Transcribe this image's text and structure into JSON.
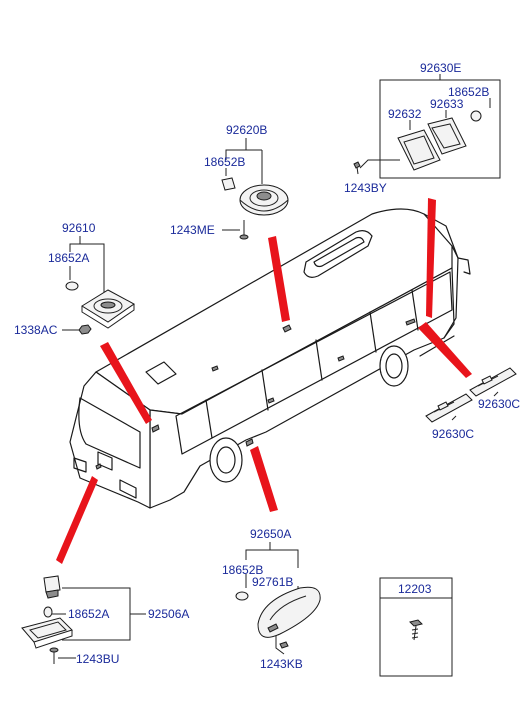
{
  "labels": {
    "p92630E": "92630E",
    "p18652B_tr": "18652B",
    "p92632": "92632",
    "p92633": "92633",
    "p1243BY": "1243BY",
    "p92620B": "92620B",
    "p18652B_top": "18652B",
    "p1243ME": "1243ME",
    "p92610": "92610",
    "p18652A_left": "18652A",
    "p1338AC": "1338AC",
    "p92630C_a": "92630C",
    "p92630C_b": "92630C",
    "p92650A": "92650A",
    "p18652B_bot": "18652B",
    "p92761B": "92761B",
    "p1243KB": "1243KB",
    "p18652A_bot": "18652A",
    "p92506A": "92506A",
    "p1243BU": "1243BU",
    "p12203": "12203"
  },
  "icons": [
    "bus-body",
    "dome-lamp",
    "marker-lamp",
    "license-lamp",
    "courtesy-lamp",
    "bulb",
    "screw",
    "red-pointer-arrow"
  ],
  "colors": {
    "label": "#1a2a9a",
    "arrow": "#e8141b",
    "line": "#222222"
  }
}
